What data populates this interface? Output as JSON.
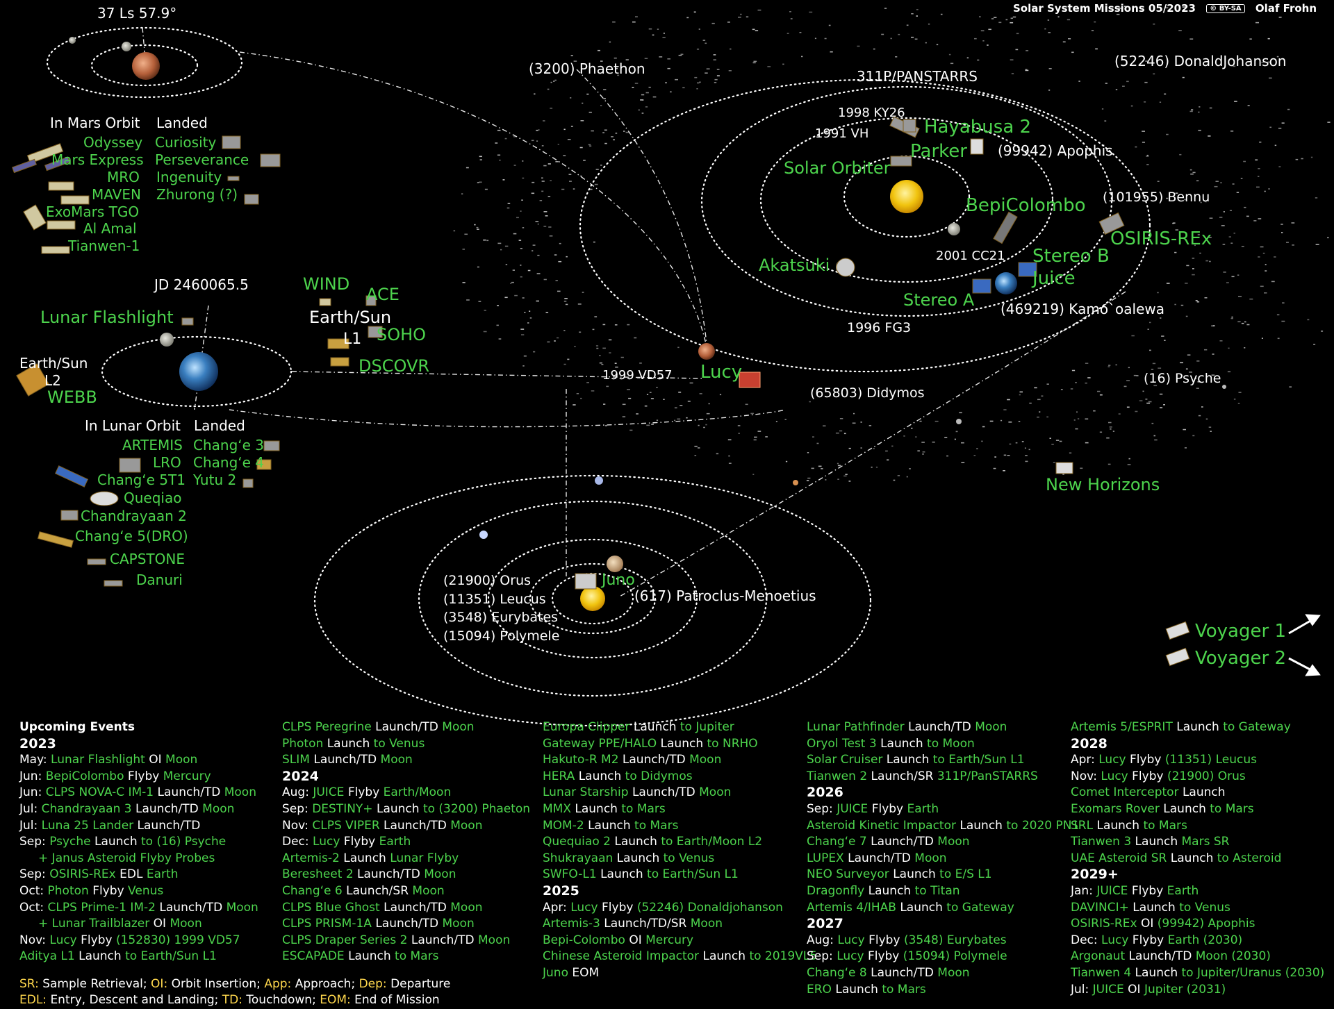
{
  "header": {
    "title": "Solar System Missions 05/2023",
    "license": "BY-SA",
    "author": "Olaf Frohn"
  },
  "colors": {
    "mission": "#4dd44d",
    "body": "#ffffff",
    "legend_key": "#ffd84d"
  },
  "mars": {
    "ls": "37 Ls 57.9°",
    "orbit_header": "In Mars Orbit",
    "landed_header": "Landed",
    "orbiters": [
      "Odyssey",
      "Mars Express",
      "MRO",
      "MAVEN",
      "ExoMars TGO",
      "Al Amal",
      "Tianwen-1"
    ],
    "landers": [
      "Curiosity",
      "Perseverance",
      "Ingenuity",
      "Zhurong (?)"
    ]
  },
  "earth": {
    "jd": "JD 2460065.5",
    "lunar_flashlight": "Lunar Flashlight",
    "l2": [
      "Earth/Sun",
      "L2"
    ],
    "webb": "WEBB",
    "l1_missions": [
      "WIND",
      "ACE",
      "SOHO",
      "DSCOVR"
    ],
    "l1": [
      "Earth/Sun",
      "L1"
    ],
    "orbit_header": "In Lunar Orbit",
    "landed_header": "Landed",
    "orbiters": [
      "ARTEMIS",
      "LRO",
      "Chang‘e 5T1",
      "Queqiao",
      "Chandrayaan 2",
      "Chang‘e 5(DRO)",
      "CAPSTONE",
      "Danuri"
    ],
    "landers": [
      "Chang‘e 3",
      "Chang‘e 4",
      "Yutu 2"
    ]
  },
  "inner": {
    "missions": [
      "Hayabusa 2",
      "Parker",
      "Solar Orbiter",
      "BepiColombo",
      "OSIRIS-REx",
      "Stereo B",
      "Juice",
      "Akatsuki",
      "Stereo A",
      "Lucy",
      "New Horizons"
    ],
    "bodies": [
      "(3200) Phaethon",
      "311P/PANSTARRS",
      "(52246) DonaldJohanson",
      "1998 KY26",
      "1991 VH",
      "(99942) Apophis",
      "(101955) Bennu",
      "2001 CC21",
      "(469219) Kamo`oalewa",
      "1996 FG3",
      "1999 VD57",
      "(65803) Didymos",
      "(16) Psyche"
    ]
  },
  "jupiter": {
    "mission": "Juno",
    "trojans": [
      "(21900) Orus",
      "(11351) Leucus",
      "(3548) Eurybates",
      "(15094) Polymele"
    ],
    "patroclus": "(617) Patroclus-Menoetius"
  },
  "voyagers": [
    "Voyager 1",
    "Voyager 2"
  ],
  "events": {
    "heading": "Upcoming Events",
    "columns": [
      [
        {
          "y": "2023"
        },
        {
          "d": "May:",
          "a": "Lunar Flashlight",
          "b": "OI",
          "c": "Moon"
        },
        {
          "d": "Jun:",
          "a": "BepiColombo",
          "b": "Flyby",
          "c": "Mercury"
        },
        {
          "d": "Jun:",
          "a": "CLPS NOVA-C IM-1",
          "b": "Launch/TD",
          "c": "Moon"
        },
        {
          "d": "Jul:",
          "a": "Chandrayaan 3",
          "b": "Launch/TD",
          "c": "Moon"
        },
        {
          "d": "Jul:",
          "a": "Luna 25 Lander",
          "b": "Launch/TD",
          "c": ""
        },
        {
          "d": "Sep:",
          "a": "Psyche",
          "b": "Launch",
          "c": "to (16) Psyche"
        },
        {
          "d": "",
          "a": "+ Janus Asteroid Flyby Probes",
          "b": "",
          "c": ""
        },
        {
          "d": "Sep:",
          "a": "OSIRIS-REx",
          "b": "EDL",
          "c": "Earth"
        },
        {
          "d": "Oct:",
          "a": "Photon",
          "b": "Flyby",
          "c": "Venus"
        },
        {
          "d": "Oct:",
          "a": "CLPS Prime-1 IM-2",
          "b": "Launch/TD",
          "c": "Moon"
        },
        {
          "d": "",
          "a": "+ Lunar Trailblazer",
          "b": "OI",
          "c": "Moon"
        },
        {
          "d": "Nov:",
          "a": "Lucy",
          "b": "Flyby",
          "c": "(152830) 1999 VD57"
        },
        {
          "d": "",
          "a": "Aditya L1",
          "b": "Launch",
          "c": "to Earth/Sun L1"
        }
      ],
      [
        {
          "d": "",
          "a": "CLPS Peregrine",
          "b": "Launch/TD",
          "c": "Moon"
        },
        {
          "d": "",
          "a": "Photon",
          "b": "Launch",
          "c": "to Venus"
        },
        {
          "d": "",
          "a": "SLIM",
          "b": "Launch/TD",
          "c": "Moon"
        },
        {
          "y": "2024"
        },
        {
          "d": "Aug:",
          "a": "JUICE",
          "b": "Flyby",
          "c": "Earth/Moon"
        },
        {
          "d": "Sep:",
          "a": "DESTINY+",
          "b": "Launch",
          "c": "to (3200) Phaeton"
        },
        {
          "d": "Nov:",
          "a": "CLPS VIPER",
          "b": "Launch/TD",
          "c": "Moon"
        },
        {
          "d": "Dec:",
          "a": "Lucy",
          "b": "Flyby",
          "c": "Earth"
        },
        {
          "d": "",
          "a": "Artemis-2",
          "b": "Launch",
          "c": "Lunar Flyby"
        },
        {
          "d": "",
          "a": "Beresheet 2",
          "b": "Launch/TD",
          "c": "Moon"
        },
        {
          "d": "",
          "a": "Chang‘e 6",
          "b": "Launch/SR",
          "c": "Moon"
        },
        {
          "d": "",
          "a": "CLPS Blue Ghost",
          "b": "Launch/TD",
          "c": "Moon"
        },
        {
          "d": "",
          "a": "CLPS PRISM-1A",
          "b": "Launch/TD",
          "c": "Moon"
        },
        {
          "d": "",
          "a": "CLPS Draper Series 2",
          "b": "Launch/TD",
          "c": "Moon"
        },
        {
          "d": "",
          "a": "ESCAPADE",
          "b": "Launch",
          "c": "to Mars"
        }
      ],
      [
        {
          "d": "",
          "a": "Europa Clipper",
          "b": "Launch",
          "c": "to Jupiter"
        },
        {
          "d": "",
          "a": "Gateway PPE/HALO",
          "b": "Launch",
          "c": "to NRHO"
        },
        {
          "d": "",
          "a": "Hakuto-R M2",
          "b": "Launch/TD",
          "c": "Moon"
        },
        {
          "d": "",
          "a": "HERA",
          "b": "Launch",
          "c": "to Didymos"
        },
        {
          "d": "",
          "a": "Lunar Starship",
          "b": "Launch/TD",
          "c": "Moon"
        },
        {
          "d": "",
          "a": "MMX",
          "b": "Launch",
          "c": "to Mars"
        },
        {
          "d": "",
          "a": "MOM-2",
          "b": "Launch",
          "c": "to Mars"
        },
        {
          "d": "",
          "a": "Quequiao 2",
          "b": "Launch",
          "c": "to Earth/Moon L2"
        },
        {
          "d": "",
          "a": "Shukrayaan",
          "b": "Launch",
          "c": "to Venus"
        },
        {
          "d": "",
          "a": "SWFO-L1",
          "b": "Launch",
          "c": "to Earth/Sun L1"
        },
        {
          "y": "2025"
        },
        {
          "d": "Apr:",
          "a": "Lucy",
          "b": "Flyby",
          "c": "(52246) Donaldjohanson"
        },
        {
          "d": "",
          "a": "Artemis-3",
          "b": "Launch/TD/SR",
          "c": "Moon"
        },
        {
          "d": "",
          "a": "Bepi-Colombo",
          "b": "OI",
          "c": "Mercury"
        },
        {
          "d": "",
          "a": "Chinese Asteroid Impactor",
          "b": "Launch",
          "c": "to 2019VL5"
        },
        {
          "d": "",
          "a": "Juno",
          "b": "EOM",
          "c": ""
        }
      ],
      [
        {
          "d": "",
          "a": "Lunar Pathfinder",
          "b": "Launch/TD",
          "c": "Moon"
        },
        {
          "d": "",
          "a": "Oryol Test 3",
          "b": "Launch",
          "c": "to Moon"
        },
        {
          "d": "",
          "a": "Solar Cruiser",
          "b": "Launch",
          "c": "to Earth/Sun L1"
        },
        {
          "d": "",
          "a": "Tianwen 2",
          "b": "Launch/SR",
          "c": "311P/PanSTARRS"
        },
        {
          "y": "2026"
        },
        {
          "d": "Sep:",
          "a": "JUICE",
          "b": "Flyby",
          "c": "Earth"
        },
        {
          "d": "",
          "a": "Asteroid Kinetic Impactor",
          "b": "Launch",
          "c": "to 2020 PN1"
        },
        {
          "d": "",
          "a": "Chang‘e 7",
          "b": "Launch/TD",
          "c": "Moon"
        },
        {
          "d": "",
          "a": "LUPEX",
          "b": "Launch/TD",
          "c": "Moon"
        },
        {
          "d": "",
          "a": "NEO Surveyor",
          "b": "Launch",
          "c": "to E/S L1"
        },
        {
          "d": "",
          "a": "Dragonfly",
          "b": "Launch",
          "c": "to Titan"
        },
        {
          "d": "",
          "a": "Artemis 4/IHAB",
          "b": "Launch",
          "c": "to Gateway"
        },
        {
          "y": "2027"
        },
        {
          "d": "Aug:",
          "a": "Lucy",
          "b": "Flyby",
          "c": "(3548) Eurybates"
        },
        {
          "d": "Sep:",
          "a": "Lucy",
          "b": "Flyby",
          "c": "(15094) Polymele"
        },
        {
          "d": "",
          "a": "Chang‘e 8",
          "b": "Launch/TD",
          "c": "Moon"
        },
        {
          "d": "",
          "a": "ERO",
          "b": "Launch",
          "c": "to Mars"
        }
      ],
      [
        {
          "d": "",
          "a": "Artemis 5/ESPRIT",
          "b": "Launch",
          "c": "to Gateway"
        },
        {
          "y": "2028"
        },
        {
          "d": "Apr:",
          "a": "Lucy",
          "b": "Flyby",
          "c": "(11351) Leucus"
        },
        {
          "d": "Nov:",
          "a": "Lucy",
          "b": "Flyby",
          "c": "(21900) Orus"
        },
        {
          "d": "",
          "a": "Comet Interceptor",
          "b": "Launch",
          "c": ""
        },
        {
          "d": "",
          "a": "Exomars Rover",
          "b": "Launch",
          "c": "to Mars"
        },
        {
          "d": "",
          "a": "SRL",
          "b": "Launch",
          "c": "to Mars"
        },
        {
          "d": "",
          "a": "Tianwen 3",
          "b": "Launch",
          "c": "Mars SR"
        },
        {
          "d": "",
          "a": "UAE Asteroid SR",
          "b": "Launch",
          "c": "to Asteroid"
        },
        {
          "y": "2029+"
        },
        {
          "d": "Jan:",
          "a": "JUICE",
          "b": "Flyby",
          "c": "Earth"
        },
        {
          "d": "",
          "a": "DAVINCI+",
          "b": "Launch",
          "c": "to Venus"
        },
        {
          "d": "",
          "a": "OSIRIS-REx",
          "b": "OI",
          "c": "(99942) Apophis"
        },
        {
          "d": "Dec:",
          "a": "Lucy",
          "b": "Flyby",
          "c": "Earth (2030)"
        },
        {
          "d": "",
          "a": "Argonaut",
          "b": "Launch/TD",
          "c": "Moon (2030)"
        },
        {
          "d": "",
          "a": "Tianwen 4",
          "b": "Launch",
          "c": "to Jupiter/Uranus (2030)"
        },
        {
          "d": "Jul:",
          "a": "JUICE",
          "b": "OI",
          "c": "Jupiter (2031)"
        }
      ]
    ]
  },
  "legend": [
    [
      {
        "k": "SR:",
        "v": "Sample Retrieval;"
      },
      {
        "k": "OI:",
        "v": "Orbit Insertion;"
      },
      {
        "k": "App:",
        "v": "Approach;"
      },
      {
        "k": "Dep:",
        "v": "Departure"
      }
    ],
    [
      {
        "k": "EDL:",
        "v": "Entry, Descent and Landing;"
      },
      {
        "k": "TD:",
        "v": "Touchdown;"
      },
      {
        "k": "EOM:",
        "v": "End of Mission"
      }
    ]
  ]
}
